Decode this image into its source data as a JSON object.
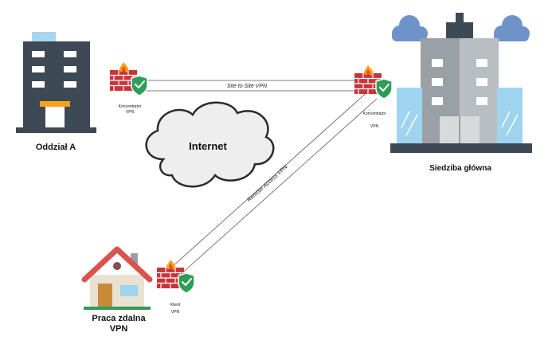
{
  "nodes": {
    "branch": {
      "label": "Oddział A"
    },
    "headquarters": {
      "label": "Siedziba główna"
    },
    "remote": {
      "label": "Praca zdalna VPN"
    },
    "cloud": {
      "label": "Internet"
    }
  },
  "devices": {
    "branch_fw": {
      "label": "Koncentrator VPN"
    },
    "hq_fw": {
      "label_line1": "Koncentrator",
      "label_line2": "VPN"
    },
    "client_fw": {
      "label_line1": "Klient",
      "label_line2": "VPN"
    }
  },
  "links": {
    "site_to_site": {
      "label": "Site to Site VPN"
    },
    "remote_access": {
      "label": "Remote Access VPN"
    }
  },
  "colors": {
    "building_dark": "#3d4a55",
    "building_gray": "#9aa1a6",
    "building_light": "#b9bec2",
    "sky_blue": "#6f93c9",
    "glass": "#9fd4ee",
    "brick": "#c9343a",
    "flame": "#f7a21b",
    "shield": "#2f9d57",
    "roof": "#d9534f",
    "door": "#c98a3a"
  }
}
